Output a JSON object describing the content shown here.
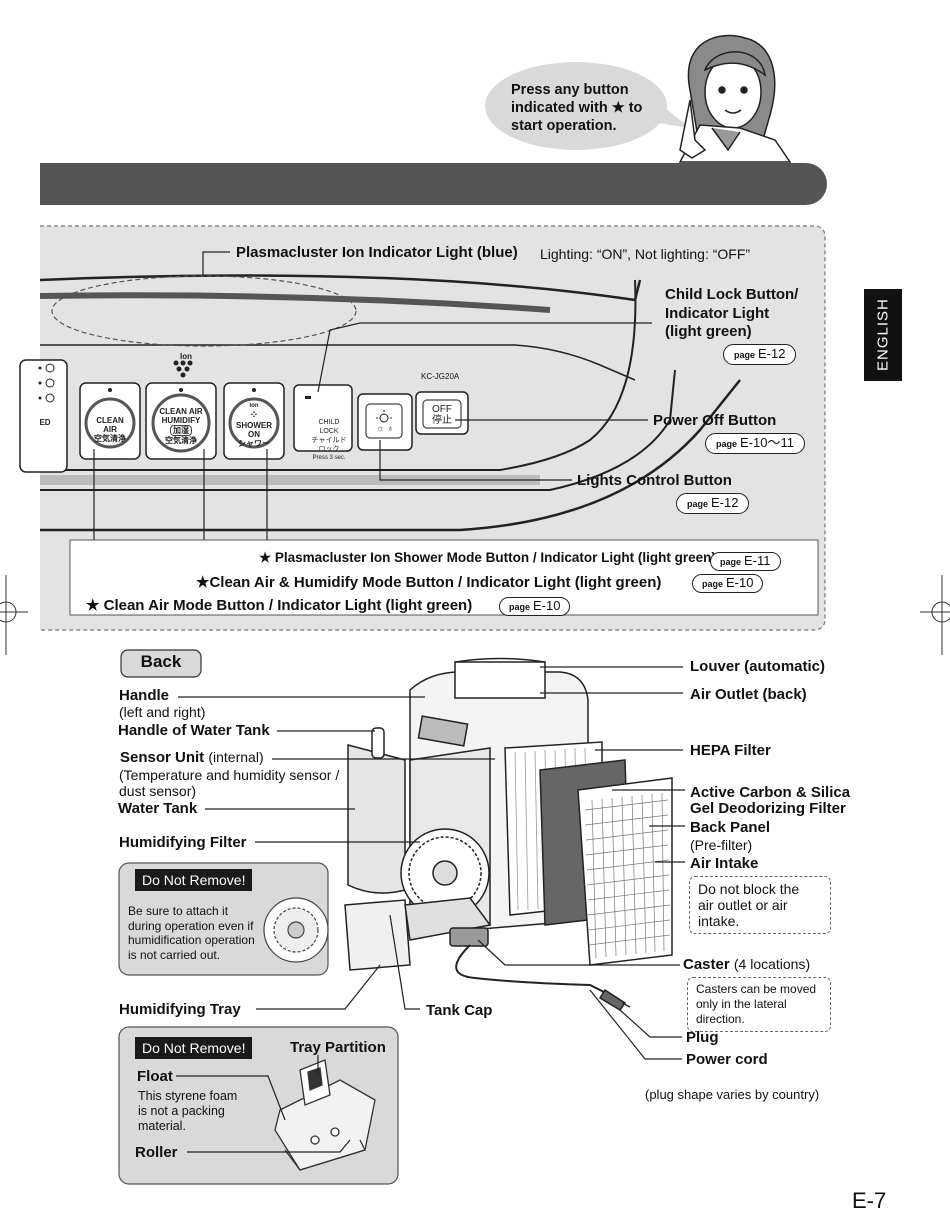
{
  "speech_bubble": "Press any button indicated with ★ to start operation.",
  "side_tab": "ENGLISH",
  "page_number": "E-7",
  "page_word": "page",
  "model": "KC-JG20A",
  "front_panel": {
    "ion_indicator": {
      "label": "Plasmacluster Ion Indicator Light (blue)",
      "note": "Lighting: “ON”, Not lighting: “OFF”"
    },
    "child_lock": {
      "label_line1": "Child Lock Button/",
      "label_line2": "Indicator Light",
      "label_line3": "(light green)",
      "page": "E-12"
    },
    "power_off": {
      "label": "Power Off Button",
      "page": "E-10〜11"
    },
    "lights_control": {
      "label": "Lights Control Button",
      "page": "E-12"
    },
    "ion_shower": {
      "label": "★ Plasmacluster Ion Shower Mode Button / Indicator Light (light green)",
      "page": "E-11"
    },
    "clean_humidify": {
      "label": "★Clean Air & Humidify Mode Button / Indicator Light (light green)",
      "page": "E-10"
    },
    "clean_air": {
      "label": "★ Clean Air Mode Button / Indicator Light (light green)",
      "page": "E-10"
    },
    "buttons": {
      "led": "ED",
      "clean_air_en": "CLEAN AIR",
      "clean_air_jp": "空気清浄",
      "humidify_en1": "CLEAN AIR",
      "humidify_en2": "HUMIDIFY",
      "humidify_jp1": "加湿",
      "humidify_jp2": "空気清浄",
      "shower_en": "SHOWER ON",
      "shower_jp": "シャワー",
      "shower_ion": "Ion",
      "child_en": "CHILD LOCK",
      "child_jp": "チャイルドロック",
      "child_press": "Press 3 sec.",
      "off_en": "OFF",
      "off_jp": "停止",
      "ion_top": "Ion"
    }
  },
  "back": {
    "title": "Back",
    "louver": "Louver (automatic)",
    "air_outlet": "Air Outlet (back)",
    "hepa": "HEPA Filter",
    "carbon_line1": "Active Carbon & Silica",
    "carbon_line2": "Gel Deodorizing Filter",
    "back_panel": "Back Panel",
    "pre_filter": "(Pre-filter)",
    "air_intake": "Air Intake",
    "air_note_line1": "Do not block the",
    "air_note_line2": "air outlet or air intake.",
    "caster": "Caster",
    "caster_count": "(4 locations)",
    "caster_note_line1": "Casters can be moved",
    "caster_note_line2": "only in the lateral direction.",
    "plug": "Plug",
    "power_cord": "Power cord",
    "plug_note": "(plug shape varies by country)",
    "handle": "Handle",
    "handle_sub": "(left and right)",
    "handle_tank": "Handle of Water Tank",
    "sensor": "Sensor Unit",
    "sensor_internal": "(internal)",
    "sensor_sub1": "(Temperature and humidity sensor /",
    "sensor_sub2": "dust sensor)",
    "water_tank": "Water Tank",
    "humidifying_filter": "Humidifying Filter",
    "do_not_remove": "Do Not Remove!",
    "filter_note_line1": "Be sure to attach it",
    "filter_note_line2": "during operation even if",
    "filter_note_line3": "humidification operation",
    "filter_note_line4": "is not carried out.",
    "humidifying_tray": "Humidifying Tray",
    "tank_cap": "Tank Cap",
    "tray_partition": "Tray Partition",
    "float": "Float",
    "float_note_line1": "This styrene foam",
    "float_note_line2": "is not a packing",
    "float_note_line3": "material.",
    "roller": "Roller"
  }
}
